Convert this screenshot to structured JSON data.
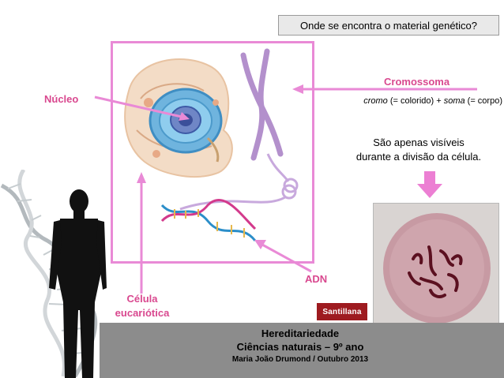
{
  "slide": {
    "question": "Onde se encontra o material genético?",
    "labels": {
      "nucleus": "Núcleo",
      "chromosome": "Cromossoma",
      "dna": "ADN",
      "eukaryotic_cell_line1": "Célula",
      "eukaryotic_cell_line2": "eucariótica"
    },
    "definition": {
      "word1": "cromo",
      "meaning1": " (= colorido) + ",
      "word2": "soma",
      "meaning2": " (= corpo)"
    },
    "visibility_note_line1": "São apenas visíveis",
    "visibility_note_line2": "durante a divisão da célula.",
    "publisher_logo": "Santillana",
    "footer": {
      "title": "Hereditariedade",
      "subtitle": "Ciências naturais – 9º ano",
      "author": "Maria João Drumond / Outubro 2013"
    }
  },
  "colors": {
    "accent_pink": "#e98ad6",
    "label_pink": "#d9488f",
    "footer_gray": "#8c8c8c",
    "logo_red": "#9e1b20"
  }
}
